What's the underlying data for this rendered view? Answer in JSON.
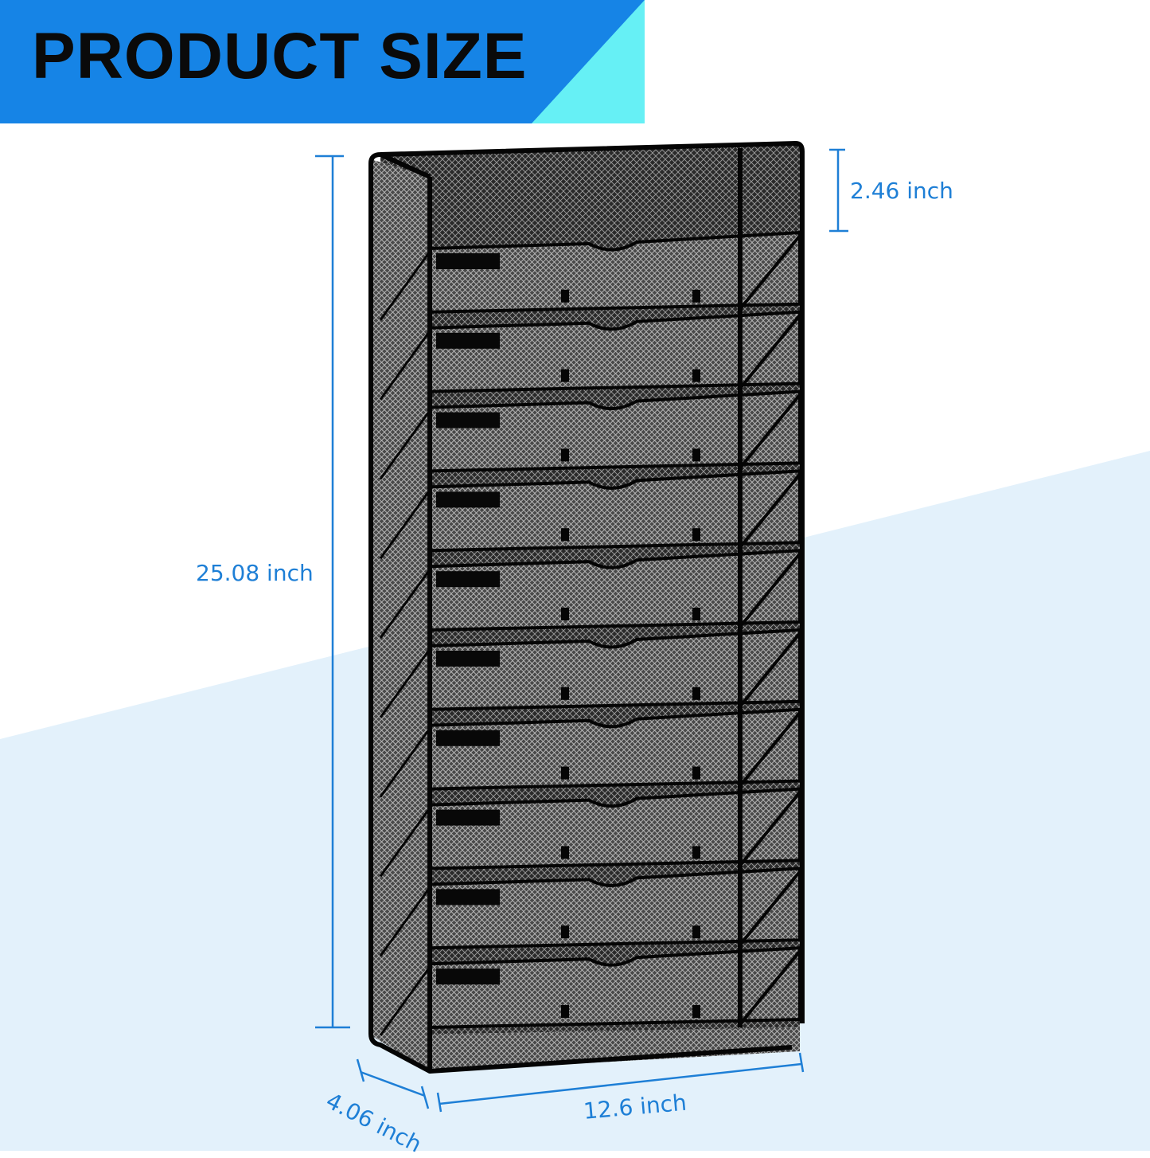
{
  "header": {
    "title": "PRODUCT SIZE"
  },
  "colors": {
    "banner_blue": "#1684e6",
    "banner_accent": "#66f0f5",
    "dimension_blue": "#1e7fd6",
    "background_wedge": "#e3f1fb",
    "product": "#0d0d0d"
  },
  "dimensions": {
    "height": "25.08 inch",
    "top_section": "2.46 inch",
    "width": "12.6 inch",
    "depth": "4.06 inch"
  },
  "product": {
    "name_icon": "wall-mesh-file-organizer",
    "tiers": 10
  }
}
